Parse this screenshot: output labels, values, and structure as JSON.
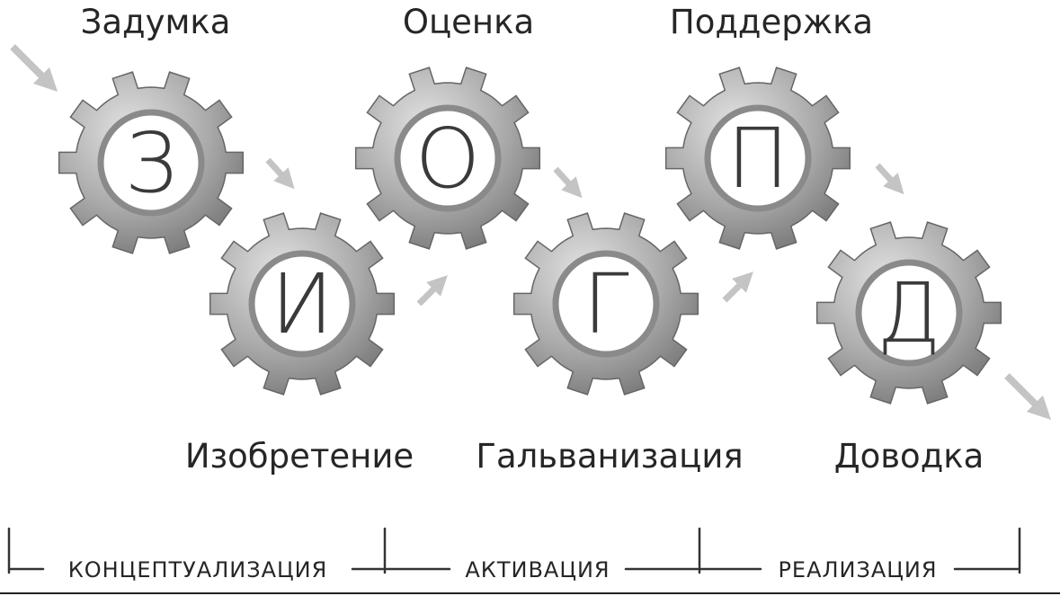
{
  "stages": [
    {
      "letter": "З",
      "word": "Задумка"
    },
    {
      "letter": "И",
      "word": "Изобретение"
    },
    {
      "letter": "О",
      "word": "Оценка"
    },
    {
      "letter": "Г",
      "word": "Гальванизация"
    },
    {
      "letter": "П",
      "word": "Поддержка"
    },
    {
      "letter": "Д",
      "word": "Доводка"
    }
  ],
  "phases": [
    {
      "label": "КОНЦЕПТУАЛИЗАЦИЯ"
    },
    {
      "label": "АКТИВАЦИЯ"
    },
    {
      "label": "РЕАЛИЗАЦИЯ"
    }
  ],
  "colors": {
    "gear_light": "#d9d9d9",
    "gear_mid": "#a9a9a9",
    "gear_dark": "#6f6f6f",
    "arrow": "#c4c4c4",
    "ink": "#262626"
  }
}
